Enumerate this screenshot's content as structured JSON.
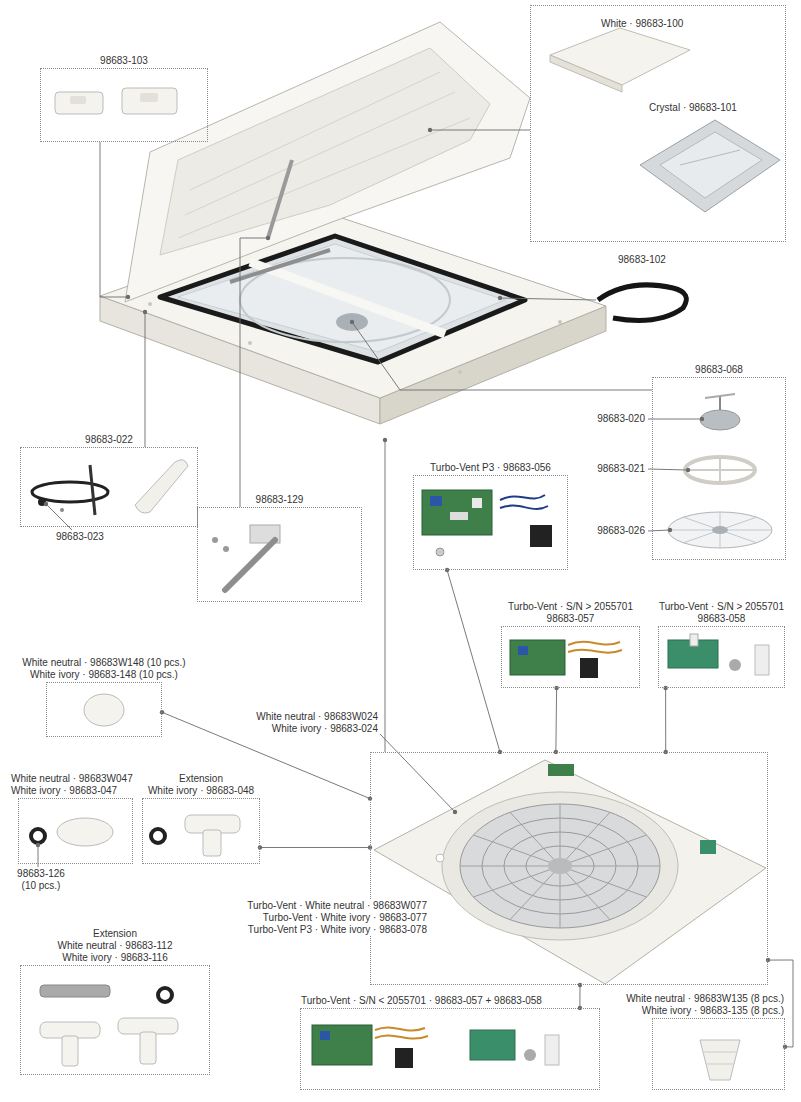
{
  "diagram": {
    "nodes": [
      {
        "text": [
          "98683-103"
        ]
      },
      {
        "text": [
          "White · 98683-100",
          "Crystal · 98683-101"
        ]
      },
      {
        "text": [
          "98683-068"
        ]
      },
      {
        "text": [
          "98683-022"
        ]
      },
      {
        "text": [
          "Turbo-Vent P3 · 98683-056"
        ]
      },
      {
        "text": [
          "98683-129"
        ]
      },
      {
        "text": [
          "Turbo-Vent · S/N > 2055701",
          "98683-057"
        ]
      },
      {
        "text": [
          "Turbo-Vent · S/N > 2055701",
          "98683-058"
        ]
      },
      {
        "text": [
          "White neutral · 98683W148 (10 pcs.)",
          "White ivory · 98683-148 (10 pcs.)"
        ]
      },
      {
        "text": [
          "Turbo-Vent · White neutral · 98683W077",
          "Turbo-Vent · White ivory · 98683-077",
          "Turbo-Vent P3 · White ivory · 98683-078"
        ]
      },
      {
        "text": [
          "White neutral · 98683W047",
          "White ivory · 98683-047"
        ]
      },
      {
        "text": [
          "Extension",
          "White ivory · 98683-048"
        ]
      },
      {
        "text": [
          "Extension",
          "White neutral · 98683-112",
          "White ivory · 98683-116"
        ]
      },
      {
        "text": [
          "Turbo-Vent · S/N < 2055701 · 98683-057 + 98683-058"
        ]
      },
      {
        "text": [
          "White neutral · 98683W135 (8 pcs.)",
          "White ivory · 98683-135 (8 pcs.)"
        ]
      }
    ],
    "edges": [
      {
        "from": 8,
        "to": 9,
        "arrow": "none"
      },
      {
        "from": 11,
        "to": 9,
        "arrow": "none"
      },
      {
        "from": 4,
        "to": 9,
        "arrow": "none"
      },
      {
        "from": 6,
        "to": 9,
        "arrow": "none"
      },
      {
        "from": 7,
        "to": 9,
        "arrow": "none"
      },
      {
        "from": 13,
        "to": 9,
        "arrow": "none"
      },
      {
        "from": 14,
        "to": 9,
        "arrow": "none"
      }
    ],
    "labels": [
      "98683-102",
      "98683-020",
      "98683-021",
      "98683-026",
      "98683-023",
      "White neutral · 98683W024",
      "White ivory · 98683-024",
      "98683-126 (10 pcs.)"
    ]
  }
}
